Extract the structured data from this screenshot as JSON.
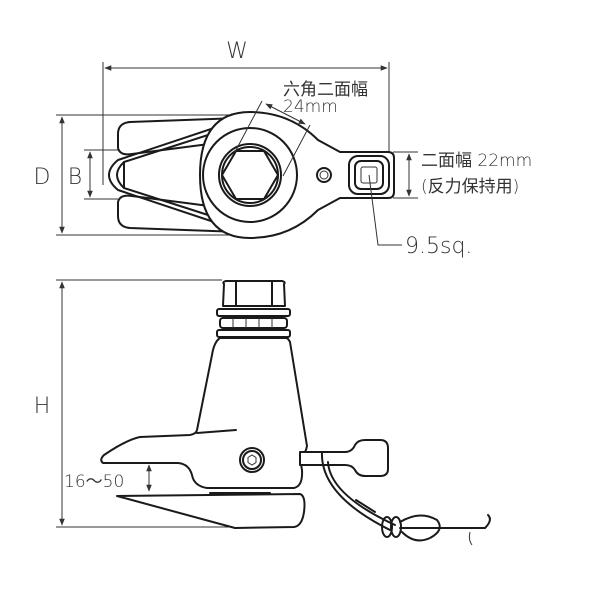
{
  "diagram": {
    "type": "technical-dimension-drawing",
    "views": [
      "top-view",
      "side-view"
    ],
    "dimensions": {
      "width": "W",
      "depth": "D",
      "jaw_width": "B",
      "height": "H",
      "clamp_range": "16～50"
    },
    "annotations": {
      "hex_label_line1": "六角二面幅",
      "hex_label_line2": "24mm",
      "reaction_label_line1": "二面幅 22mm",
      "reaction_label_line2": "(反力保持用)",
      "square_drive": "9.5sq."
    },
    "colors": {
      "line": "#1a1a1a",
      "dimension_line": "#333333",
      "text": "#333333",
      "background": "#ffffff"
    }
  }
}
